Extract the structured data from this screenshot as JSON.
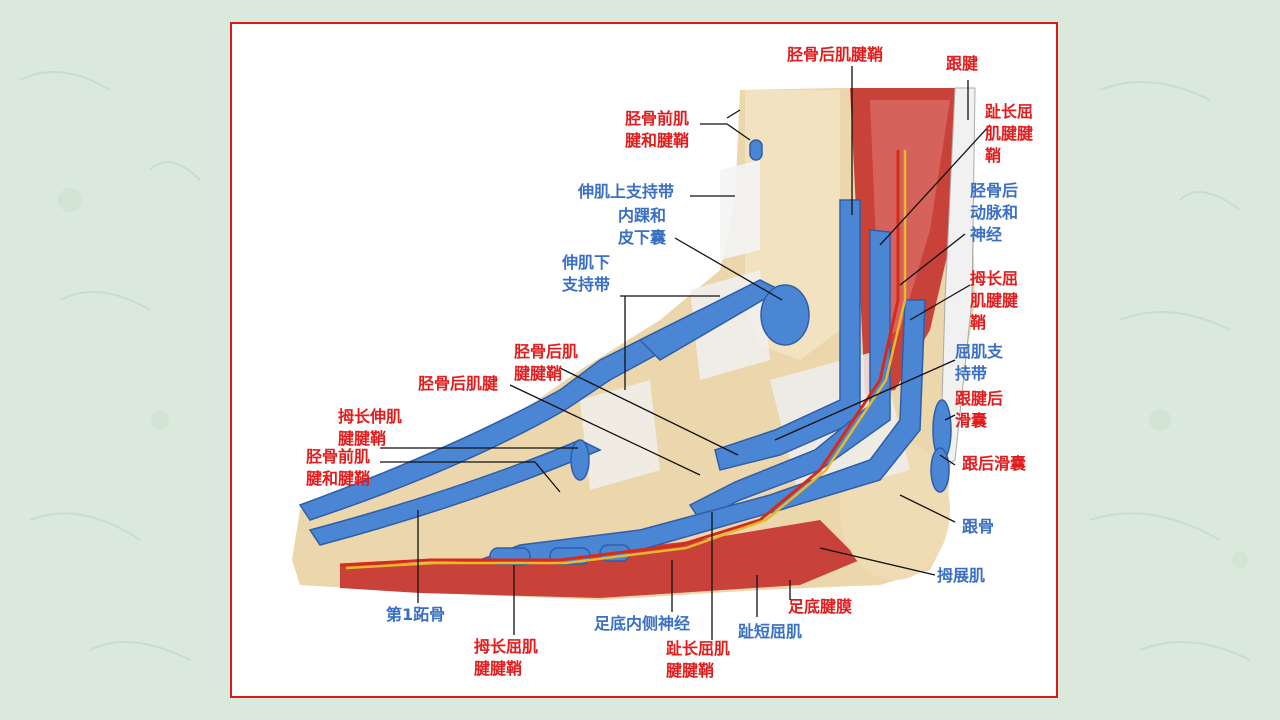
{
  "colors": {
    "background": "#dbe9dc",
    "frame_border": "#d81b1b",
    "label_red": "#e21c1c",
    "label_blue": "#3a6fc4",
    "sheath_blue": "#4a86d4",
    "muscle_red": "#c8423a",
    "bone": "#ecd7ad"
  },
  "labels": {
    "tibialis_posterior_sheath_top": "胫骨后肌腱鞘",
    "achilles_tendon": "跟腱",
    "fdl_sheath_top": [
      "趾长屈",
      "肌腱腱",
      "鞘"
    ],
    "tibialis_anterior_sheath_top": [
      "胫骨前肌",
      "腱和腱鞘"
    ],
    "superior_extensor_retinaculum": "伸肌上支持带",
    "medial_malleolus_bursa": [
      "内踝和",
      "皮下囊"
    ],
    "posterior_tibial_artery_nerve": [
      "胫骨后",
      "动脉和",
      "神经"
    ],
    "inferior_extensor_retinaculum": [
      "伸肌下",
      "支持带"
    ],
    "fhl_sheath_right": [
      "拇长屈",
      "肌腱腱",
      "鞘"
    ],
    "flexor_retinaculum": [
      "屈肌支",
      "持带"
    ],
    "tibialis_posterior_sheath_mid": [
      "胫骨后肌",
      "腱腱鞘"
    ],
    "retrocalcaneal_bursa": [
      "跟腱后",
      "滑囊"
    ],
    "tibialis_posterior_tendon": "胫骨后肌腱",
    "ehl_sheath": [
      "拇长伸肌",
      "腱腱鞘"
    ],
    "tibialis_anterior_sheath_low": [
      "胫骨前肌",
      "腱和腱鞘"
    ],
    "subcutaneous_calcaneal_bursa": "跟后滑囊",
    "calcaneus": "跟骨",
    "abductor_hallucis": "拇展肌",
    "plantar_aponeurosis": "足底腱膜",
    "first_metatarsal": "第1跖骨",
    "medial_plantar_nerve": "足底内侧神经",
    "flexor_digitorum_brevis": "趾短屈肌",
    "fhl_sheath_bottom": [
      "拇长屈肌",
      "腱腱鞘"
    ],
    "fdl_sheath_bottom": [
      "趾长屈肌",
      "腱腱鞘"
    ]
  }
}
